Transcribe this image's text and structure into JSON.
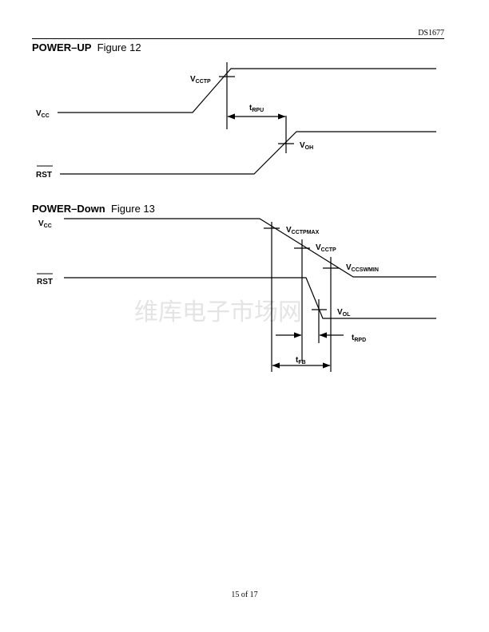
{
  "header": {
    "doc_id": "DS1677"
  },
  "figure12": {
    "title_bold": "POWER–UP",
    "title_rest": "Figure 12",
    "signals": {
      "vcc": {
        "main": "V",
        "sub": "CC"
      },
      "rst": "RST"
    },
    "labels": {
      "vcctp": {
        "main": "V",
        "sub": "CCTP"
      },
      "trpu": {
        "main": "t",
        "sub": "RPU"
      },
      "voh": {
        "main": "V",
        "sub": "OH"
      }
    }
  },
  "figure13": {
    "title_bold": "POWER–Down",
    "title_rest": "Figure 13",
    "signals": {
      "vcc": {
        "main": "V",
        "sub": "CC"
      },
      "rst": "RST"
    },
    "labels": {
      "vcctpmax": {
        "main": "V",
        "sub": "CCTPMAX"
      },
      "vcctp": {
        "main": "V",
        "sub": "CCTP"
      },
      "vccswmin": {
        "main": "V",
        "sub": "CCSWMIN"
      },
      "vol": {
        "main": "V",
        "sub": "OL"
      },
      "trpd": {
        "main": "t",
        "sub": "RPD"
      },
      "tfb": {
        "main": "t",
        "sub": "FB"
      }
    }
  },
  "watermark": "维库电子市场网",
  "footer": {
    "page": "15 of 17"
  }
}
